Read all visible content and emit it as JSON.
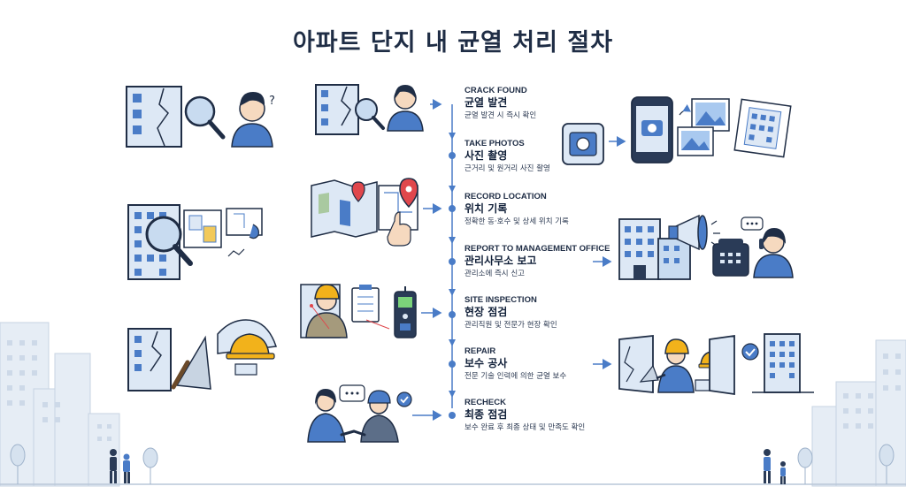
{
  "title": "아파트 단지 내 균열 처리 절차",
  "steps": [
    {
      "en": "CRACK FOUND",
      "ko": "균열 발견",
      "desc": "균열 발견 시 즉시 확인"
    },
    {
      "en": "TAKE PHOTOS",
      "ko": "사진 촬영",
      "desc": "근거리 및 원거리 사진 촬영"
    },
    {
      "en": "RECORD LOCATION",
      "ko": "위치 기록",
      "desc": "정확한 동·호수 및 상세 위치 기록"
    },
    {
      "en": "REPORT TO MANAGEMENT OFFICE",
      "ko": "관리사무소 보고",
      "desc": "관리소에 즉시 신고"
    },
    {
      "en": "SITE INSPECTION",
      "ko": "현장 점검",
      "desc": "관리직원 및 전문가 현장 확인"
    },
    {
      "en": "REPAIR",
      "ko": "보수 공사",
      "desc": "전문 기술 인력에 의한 균열 보수"
    },
    {
      "en": "RECHECK",
      "ko": "최종 점검",
      "desc": "보수 완료 후 최종 상태 및 만족도 확인"
    }
  ],
  "colors": {
    "accent": "#4a7cc7",
    "dark": "#1f2d45",
    "light": "#dde8f5",
    "helmet": "#f2b21b"
  },
  "icons": [
    "cracked-wall-icon",
    "magnifier-icon",
    "worried-person-icon",
    "smartphone-camera-icon",
    "photo-prints-icon",
    "floor-map-icon",
    "location-pin-icon",
    "building-icon",
    "megaphone-icon",
    "telephone-icon",
    "phone-call-person-icon",
    "inspector-icon",
    "checklist-icon",
    "crack-meter-icon",
    "hard-hat-icon",
    "trowel-icon",
    "repair-worker-icon",
    "check-badge-icon",
    "handshake-icon",
    "speech-bubble-icon"
  ]
}
